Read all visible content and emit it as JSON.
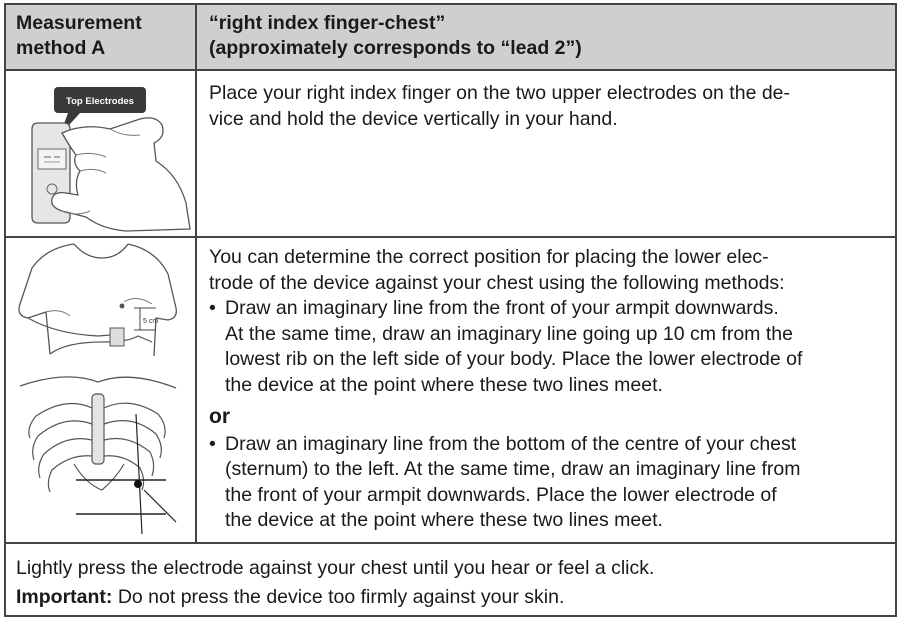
{
  "header": {
    "left_lines": [
      "Measurement",
      "method A"
    ],
    "right_lines": [
      "“right index finger-chest”",
      "(approximately corresponds to “lead 2”)"
    ]
  },
  "row1": {
    "callout_label": "Top Electrodes",
    "text_lines": [
      "Place your right index finger on the two upper electrodes on the de-",
      "vice and hold the device vertically in your hand."
    ]
  },
  "row2": {
    "distance_label": "5 cm",
    "intro_lines": [
      "You can determine the correct position for placing the lower elec-",
      "trode of the device against your chest using the following methods:"
    ],
    "bullet1_lines": [
      "Draw an imaginary line from the front of your armpit downwards.",
      "At the same time, draw an imaginary line going up 10 cm from the",
      "lowest rib on the left side of your body. Place the lower electrode of",
      "the device at the point where these two lines meet."
    ],
    "or_label": "or",
    "bullet2_lines": [
      "Draw an imaginary line from the bottom of the centre of your chest",
      "(sternum) to the left. At the same time, draw an imaginary line from",
      "the front of your armpit downwards. Place the lower electrode of",
      "the device at the point where these two lines meet."
    ],
    "bullet_symbol": "•"
  },
  "footer": {
    "line1": "Lightly press the electrode against your chest until you hear or feel a click.",
    "important_label": "Important:",
    "important_text": " Do not press the device too firmly against your skin."
  }
}
